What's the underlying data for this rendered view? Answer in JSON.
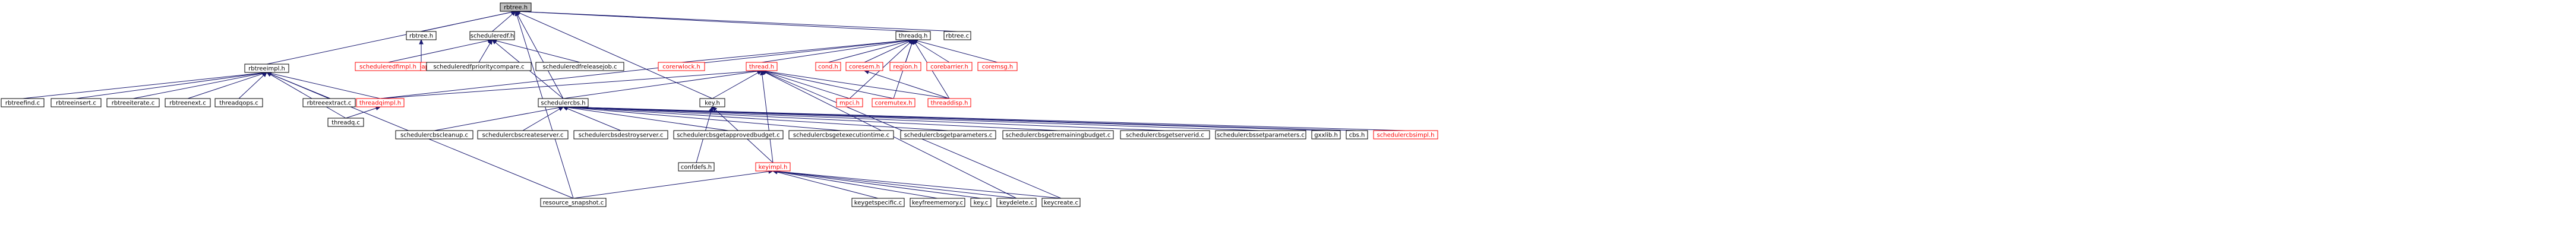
{
  "graph": {
    "root": "rbtree.h",
    "colors": {
      "edge": "#191970",
      "root_fill": "#bfbfbf",
      "node_fill": "#ffffff",
      "node_border": "#000000",
      "missing_border": "#ff0000",
      "missing_text": "#ff0000",
      "text": "#000000"
    },
    "nodes": [
      {
        "id": "rbtree_h",
        "label": "rbtree.h",
        "status": "root"
      },
      {
        "id": "rbtree_h2",
        "label": "rbtree.h",
        "status": "normal"
      },
      {
        "id": "rbheap_h",
        "label": "rbheap.h",
        "status": "missing"
      },
      {
        "id": "scheduleredf_h",
        "label": "scheduleredf.h",
        "status": "normal"
      },
      {
        "id": "threadq_h",
        "label": "threadq.h",
        "status": "normal"
      },
      {
        "id": "rbtree_c",
        "label": "rbtree.c",
        "status": "normal"
      },
      {
        "id": "rbtreeimpl_h",
        "label": "rbtreeimpl.h",
        "status": "normal"
      },
      {
        "id": "scheduleredfimpl_h",
        "label": "scheduleredfimpl.h",
        "status": "missing"
      },
      {
        "id": "scheduleredfprioritycompare_c",
        "label": "scheduleredfprioritycompare.c",
        "status": "normal"
      },
      {
        "id": "scheduleredfreleasejob_c",
        "label": "scheduleredfreleasejob.c",
        "status": "normal"
      },
      {
        "id": "corerwlock_h",
        "label": "corerwlock.h",
        "status": "missing"
      },
      {
        "id": "thread_h",
        "label": "thread.h",
        "status": "missing"
      },
      {
        "id": "cond_h",
        "label": "cond.h",
        "status": "missing"
      },
      {
        "id": "coresem_h",
        "label": "coresem.h",
        "status": "missing"
      },
      {
        "id": "region_h",
        "label": "region.h",
        "status": "missing"
      },
      {
        "id": "corebarrier_h",
        "label": "corebarrier.h",
        "status": "missing"
      },
      {
        "id": "coremsg_h",
        "label": "coremsg.h",
        "status": "missing"
      },
      {
        "id": "rbtreefind_c",
        "label": "rbtreefind.c",
        "status": "normal"
      },
      {
        "id": "rbtreeinsert_c",
        "label": "rbtreeinsert.c",
        "status": "normal"
      },
      {
        "id": "rbtreeiterate_c",
        "label": "rbtreeiterate.c",
        "status": "normal"
      },
      {
        "id": "rbtreenext_c",
        "label": "rbtreenext.c",
        "status": "normal"
      },
      {
        "id": "threadqops_c",
        "label": "threadqops.c",
        "status": "normal"
      },
      {
        "id": "rbtreeextract_c",
        "label": "rbtreeextract.c",
        "status": "normal"
      },
      {
        "id": "threadqimpl_h",
        "label": "threadqimpl.h",
        "status": "missing"
      },
      {
        "id": "schedulercbs_h",
        "label": "schedulercbs.h",
        "status": "normal"
      },
      {
        "id": "key_h",
        "label": "key.h",
        "status": "normal"
      },
      {
        "id": "mpci_h",
        "label": "mpci.h",
        "status": "missing"
      },
      {
        "id": "coremutex_h",
        "label": "coremutex.h",
        "status": "missing"
      },
      {
        "id": "threaddisp_h",
        "label": "threaddisp.h",
        "status": "missing"
      },
      {
        "id": "threadq_c",
        "label": "threadq.c",
        "status": "normal"
      },
      {
        "id": "schedulercbscleanup_c",
        "label": "schedulercbscleanup.c",
        "status": "normal"
      },
      {
        "id": "schedulercbscreateserver_c",
        "label": "schedulercbscreateserver.c",
        "status": "normal"
      },
      {
        "id": "schedulercbsdestroyserver_c",
        "label": "schedulercbsdestroyserver.c",
        "status": "normal"
      },
      {
        "id": "schedulercbsgetapprovedbudget_c",
        "label": "schedulercbsgetapprovedbudget.c",
        "status": "normal"
      },
      {
        "id": "schedulercbsgetexecutiontime_c",
        "label": "schedulercbsgetexecutiontime.c",
        "status": "normal"
      },
      {
        "id": "schedulercbsgetparameters_c",
        "label": "schedulercbsgetparameters.c",
        "status": "normal"
      },
      {
        "id": "schedulercbsgetremainingbudget_c",
        "label": "schedulercbsgetremainingbudget.c",
        "status": "normal"
      },
      {
        "id": "schedulercbsgetserverid_c",
        "label": "schedulercbsgetserverid.c",
        "status": "normal"
      },
      {
        "id": "schedulercbssetparameters_c",
        "label": "schedulercbssetparameters.c",
        "status": "normal"
      },
      {
        "id": "gxxlib_h",
        "label": "gxxlib.h",
        "status": "normal"
      },
      {
        "id": "cbs_h",
        "label": "cbs.h",
        "status": "normal"
      },
      {
        "id": "schedulercbsimpl_h",
        "label": "schedulercbsimpl.h",
        "status": "missing"
      },
      {
        "id": "confdefs_h",
        "label": "confdefs.h",
        "status": "normal"
      },
      {
        "id": "keyimpl_h",
        "label": "keyimpl.h",
        "status": "missing"
      },
      {
        "id": "resource_snapshot_c",
        "label": "resource_snapshot.c",
        "status": "normal"
      },
      {
        "id": "keygetspecific_c",
        "label": "keygetspecific.c",
        "status": "normal"
      },
      {
        "id": "keyfreememory_c",
        "label": "keyfreememory.c",
        "status": "normal"
      },
      {
        "id": "key_c",
        "label": "key.c",
        "status": "normal"
      },
      {
        "id": "keydelete_c",
        "label": "keydelete.c",
        "status": "normal"
      },
      {
        "id": "keycreate_c",
        "label": "keycreate.c",
        "status": "normal"
      }
    ],
    "edges": [
      [
        "rbtree_h2",
        "rbtree_h"
      ],
      [
        "scheduleredf_h",
        "rbtree_h"
      ],
      [
        "threadq_h",
        "rbtree_h"
      ],
      [
        "rbtree_c",
        "rbtree_h"
      ],
      [
        "rbtreeimpl_h",
        "rbtree_h"
      ],
      [
        "schedulercbs_h",
        "rbtree_h"
      ],
      [
        "key_h",
        "rbtree_h"
      ],
      [
        "resource_snapshot_c",
        "rbtree_h"
      ],
      [
        "rbheap_h",
        "rbtree_h2"
      ],
      [
        "scheduleredfimpl_h",
        "scheduleredf_h"
      ],
      [
        "scheduleredfprioritycompare_c",
        "scheduleredf_h"
      ],
      [
        "scheduleredfreleasejob_c",
        "scheduleredf_h"
      ],
      [
        "schedulercbs_h",
        "scheduleredf_h"
      ],
      [
        "corerwlock_h",
        "threadq_h"
      ],
      [
        "thread_h",
        "threadq_h"
      ],
      [
        "cond_h",
        "threadq_h"
      ],
      [
        "coresem_h",
        "threadq_h"
      ],
      [
        "region_h",
        "threadq_h"
      ],
      [
        "corebarrier_h",
        "threadq_h"
      ],
      [
        "coremsg_h",
        "threadq_h"
      ],
      [
        "mpci_h",
        "threadq_h"
      ],
      [
        "coremutex_h",
        "threadq_h"
      ],
      [
        "threaddisp_h",
        "threadq_h"
      ],
      [
        "threadqimpl_h",
        "threadq_h"
      ],
      [
        "rbtreefind_c",
        "rbtreeimpl_h"
      ],
      [
        "rbtreeinsert_c",
        "rbtreeimpl_h"
      ],
      [
        "rbtreeiterate_c",
        "rbtreeimpl_h"
      ],
      [
        "rbtreenext_c",
        "rbtreeimpl_h"
      ],
      [
        "threadqops_c",
        "rbtreeimpl_h"
      ],
      [
        "rbtreeextract_c",
        "rbtreeimpl_h"
      ],
      [
        "threadqimpl_h",
        "rbtreeimpl_h"
      ],
      [
        "threadq_c",
        "rbtreeimpl_h"
      ],
      [
        "resource_snapshot_c",
        "rbtreeimpl_h"
      ],
      [
        "threadqimpl_h",
        "thread_h"
      ],
      [
        "schedulercbs_h",
        "thread_h"
      ],
      [
        "key_h",
        "thread_h"
      ],
      [
        "mpci_h",
        "thread_h"
      ],
      [
        "coremutex_h",
        "thread_h"
      ],
      [
        "threaddisp_h",
        "thread_h"
      ],
      [
        "keyimpl_h",
        "thread_h"
      ],
      [
        "keydelete_c",
        "thread_h"
      ],
      [
        "keycreate_c",
        "thread_h"
      ],
      [
        "threaddisp_h",
        "coresem_h"
      ],
      [
        "threadq_c",
        "threadqimpl_h"
      ],
      [
        "schedulercbscleanup_c",
        "schedulercbs_h"
      ],
      [
        "schedulercbscreateserver_c",
        "schedulercbs_h"
      ],
      [
        "schedulercbsdestroyserver_c",
        "schedulercbs_h"
      ],
      [
        "schedulercbsgetapprovedbudget_c",
        "schedulercbs_h"
      ],
      [
        "schedulercbsgetexecutiontime_c",
        "schedulercbs_h"
      ],
      [
        "schedulercbsgetparameters_c",
        "schedulercbs_h"
      ],
      [
        "schedulercbsgetremainingbudget_c",
        "schedulercbs_h"
      ],
      [
        "schedulercbsgetserverid_c",
        "schedulercbs_h"
      ],
      [
        "schedulercbssetparameters_c",
        "schedulercbs_h"
      ],
      [
        "gxxlib_h",
        "schedulercbs_h"
      ],
      [
        "cbs_h",
        "schedulercbs_h"
      ],
      [
        "schedulercbsimpl_h",
        "schedulercbs_h"
      ],
      [
        "confdefs_h",
        "key_h"
      ],
      [
        "keyimpl_h",
        "key_h"
      ],
      [
        "keygetspecific_c",
        "keyimpl_h"
      ],
      [
        "keyfreememory_c",
        "keyimpl_h"
      ],
      [
        "key_c",
        "keyimpl_h"
      ],
      [
        "keydelete_c",
        "keyimpl_h"
      ],
      [
        "keycreate_c",
        "keyimpl_h"
      ],
      [
        "resource_snapshot_c",
        "keyimpl_h"
      ]
    ]
  }
}
